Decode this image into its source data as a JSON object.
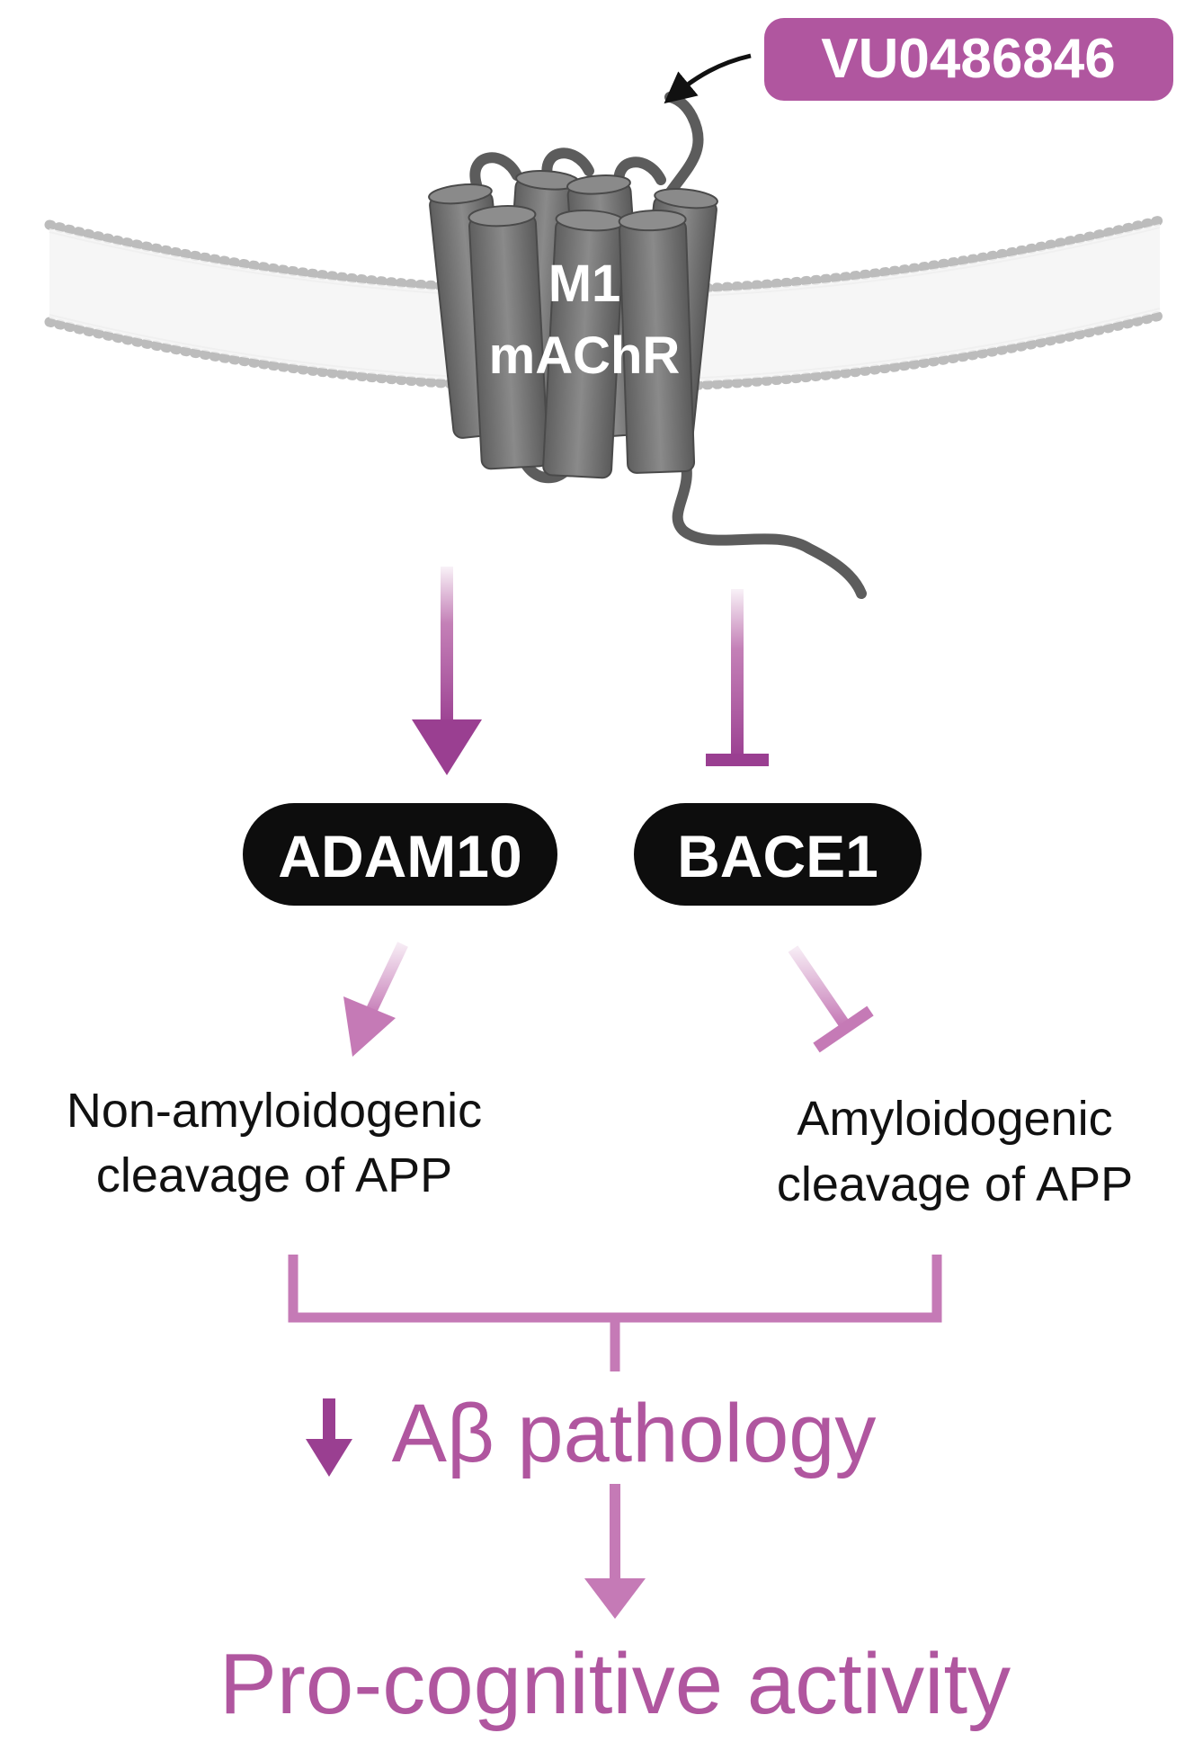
{
  "drug": {
    "label": "VU0486846"
  },
  "receptor": {
    "line1": "M1",
    "line2": "mAChR"
  },
  "enzymes": {
    "adam10": "ADAM10",
    "bace1": "BACE1"
  },
  "cleavage": {
    "non_amyloidogenic_line1": "Non-amyloidogenic",
    "non_amyloidogenic_line2": "cleavage of APP",
    "amyloidogenic_line1": "Amyloidogenic",
    "amyloidogenic_line2": "cleavage of APP"
  },
  "outcomes": {
    "abeta": "Aβ pathology",
    "procognitive": "Pro-cognitive activity"
  },
  "colors": {
    "accent": "#b0569f",
    "accent_dark": "#9a3f91",
    "accent_light": "#c57ab6",
    "pill_black": "#0d0d0d",
    "receptor_gray": "#6f6f6f",
    "membrane_gray": "#b5b5b5"
  }
}
